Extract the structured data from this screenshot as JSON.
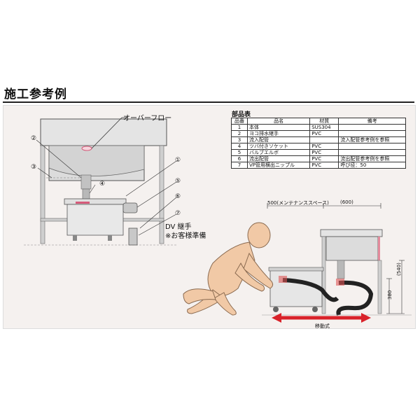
{
  "heading": "施工参考例",
  "parts_table": {
    "title": "部品表",
    "headers": [
      "品番",
      "品名",
      "材質",
      "備考"
    ],
    "rows": [
      [
        "1",
        "本体",
        "SUS304",
        ""
      ],
      [
        "2",
        "ヨコ排水継手",
        "PVC",
        ""
      ],
      [
        "3",
        "流入配管",
        "",
        "流入配管参考例を参照"
      ],
      [
        "4",
        "ツバ付きソケット",
        "PVC",
        ""
      ],
      [
        "5",
        "バルブエルボ",
        "PVC",
        ""
      ],
      [
        "6",
        "流出配管",
        "PVC",
        "流出配管参考例を参照"
      ],
      [
        "7",
        "VP管用横出ニップル",
        "PVC",
        "呼び径：50"
      ]
    ]
  },
  "left_diagram": {
    "overflow_label": "オーバーフロー",
    "callouts": [
      "①",
      "②",
      "③",
      "④",
      "⑤",
      "⑥",
      "⑦"
    ],
    "dv_label": "DV 継手",
    "customer_note": "※お客様準備"
  },
  "right_diagram": {
    "maintenance_dim": "500(メンテナンススペース)",
    "dim_600": "(600)",
    "dim_540": "(540)",
    "dim_380": "380",
    "movable_label": "移動式"
  }
}
